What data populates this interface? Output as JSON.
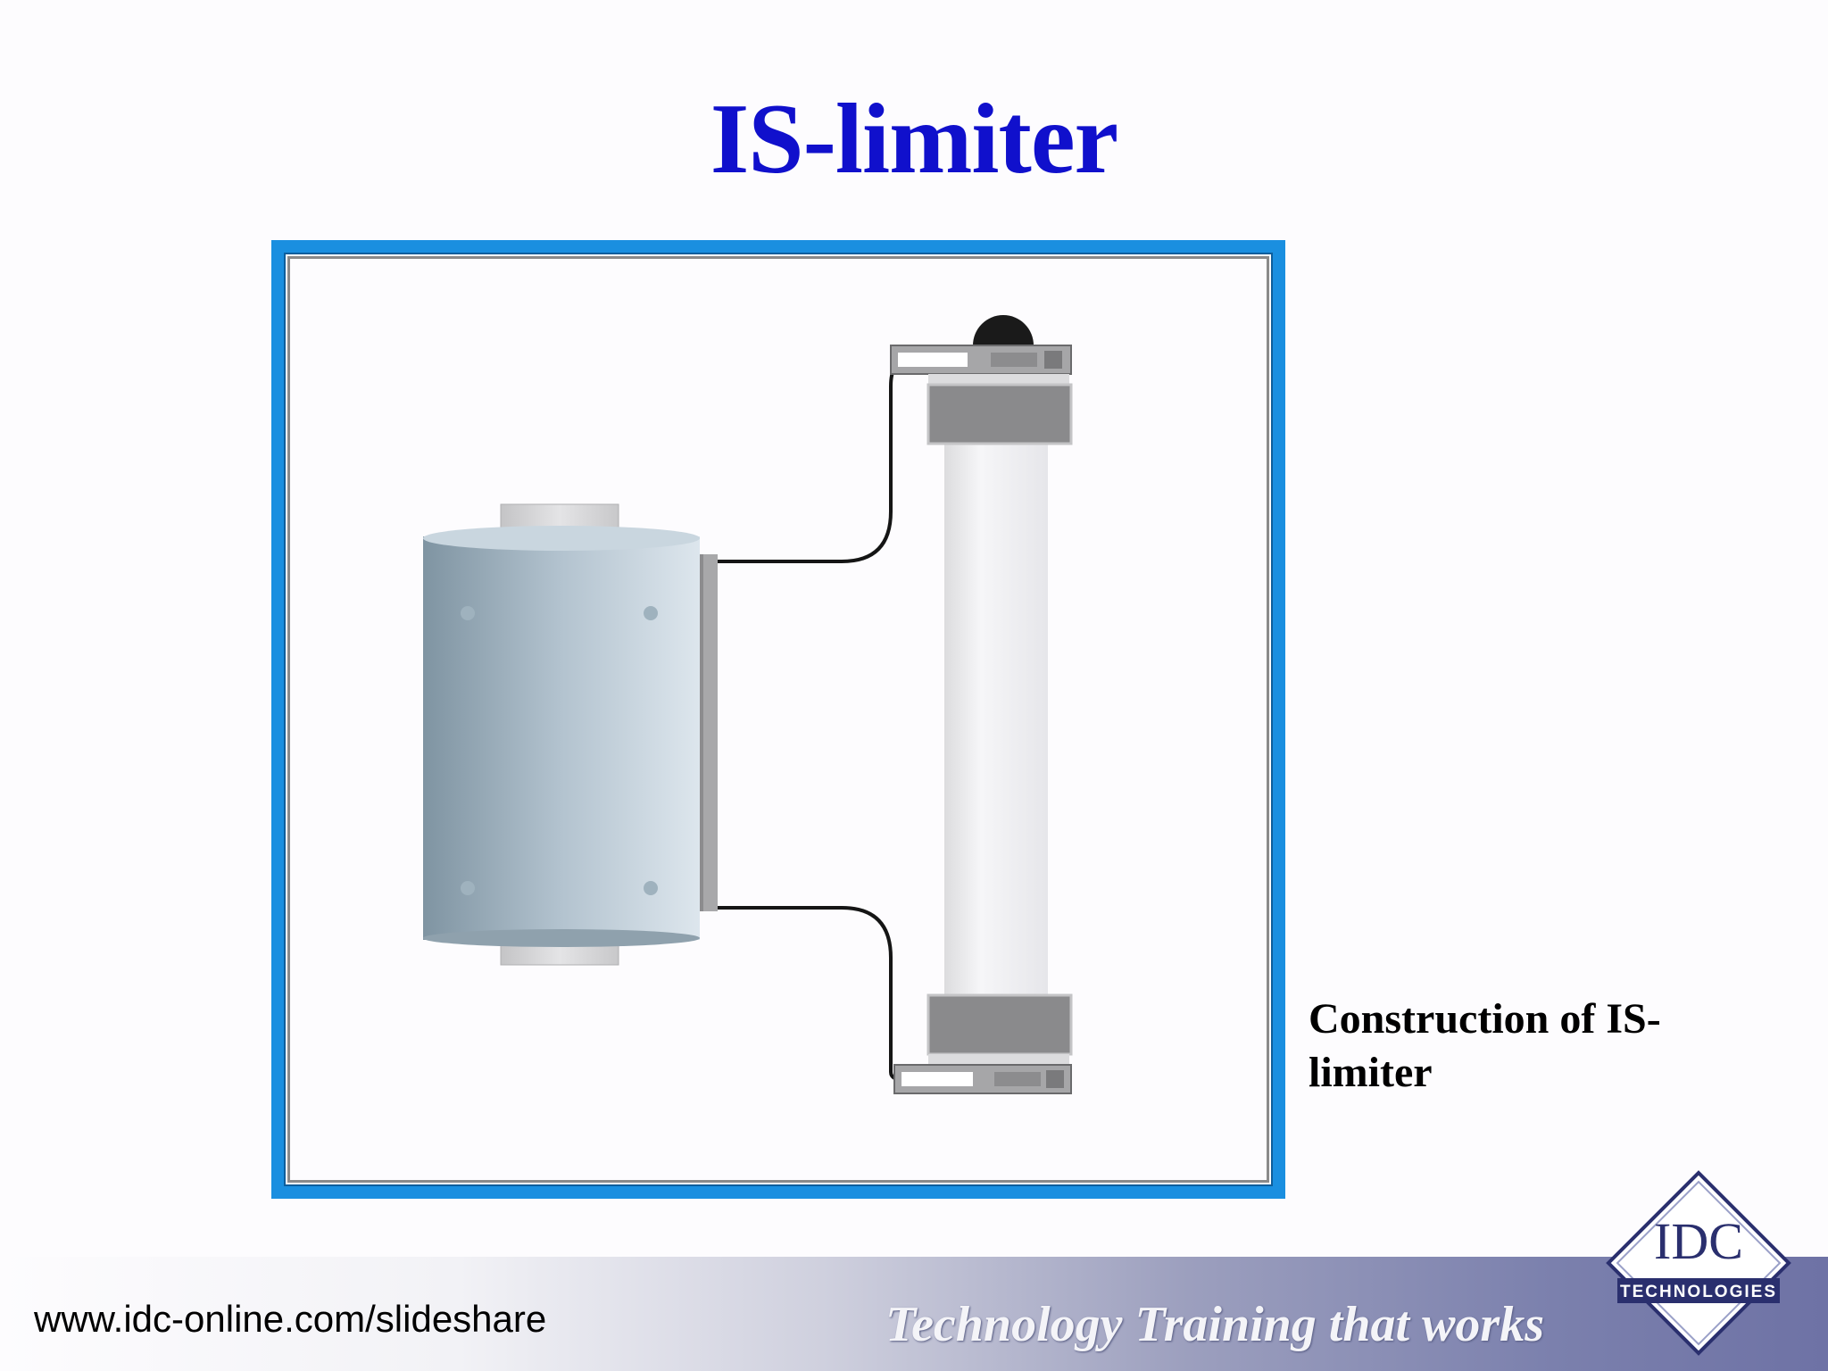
{
  "slide": {
    "title": "IS-limiter",
    "caption": "Construction of IS-limiter"
  },
  "footer": {
    "url": "www.idc-online.com/slideshare",
    "tagline": "Technology Training that works",
    "logo": {
      "name": "IDC",
      "subtitle": "TECHNOLOGIES"
    }
  },
  "colors": {
    "title": "#1010cc",
    "frame_border": "#1a8fe0",
    "caption": "#000000"
  },
  "icons": [
    "is-limiter-diagram",
    "idc-technologies-logo"
  ]
}
